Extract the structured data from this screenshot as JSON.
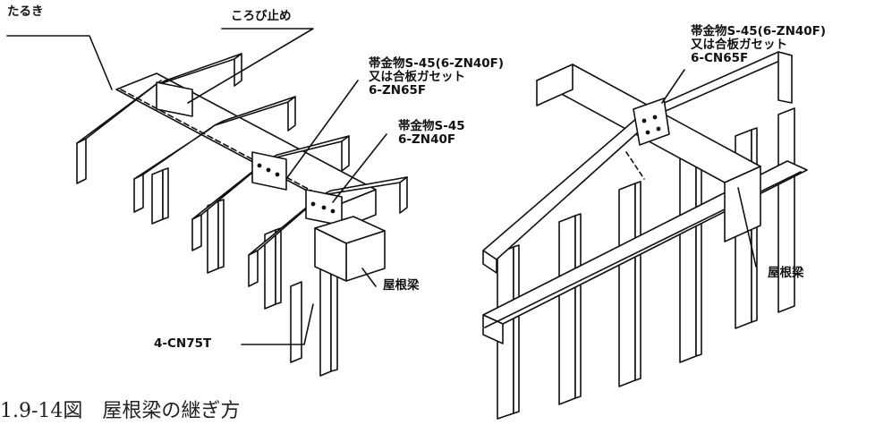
{
  "left_figure": {
    "label_taruki": "たるき",
    "label_korobi": "ころび止め",
    "label_obikanamono_1": "帯金物S-45(6-ZN40F)\n又は合板ガセット\n6-ZN65F",
    "label_obikanamono_2": "帯金物S-45\n6-ZN40F",
    "label_nail": "4-CN75T",
    "label_yanebari": "屋根梁"
  },
  "right_figure": {
    "label_obikanamono": "帯金物S-45(6-ZN40F)\n又は合板ガセット\n6-CN65F",
    "label_yanebari": "屋根梁"
  },
  "caption": "1.9-14図　屋根梁の継ぎ方",
  "colors": {
    "ink": "#111111",
    "paper": "#ffffff"
  }
}
